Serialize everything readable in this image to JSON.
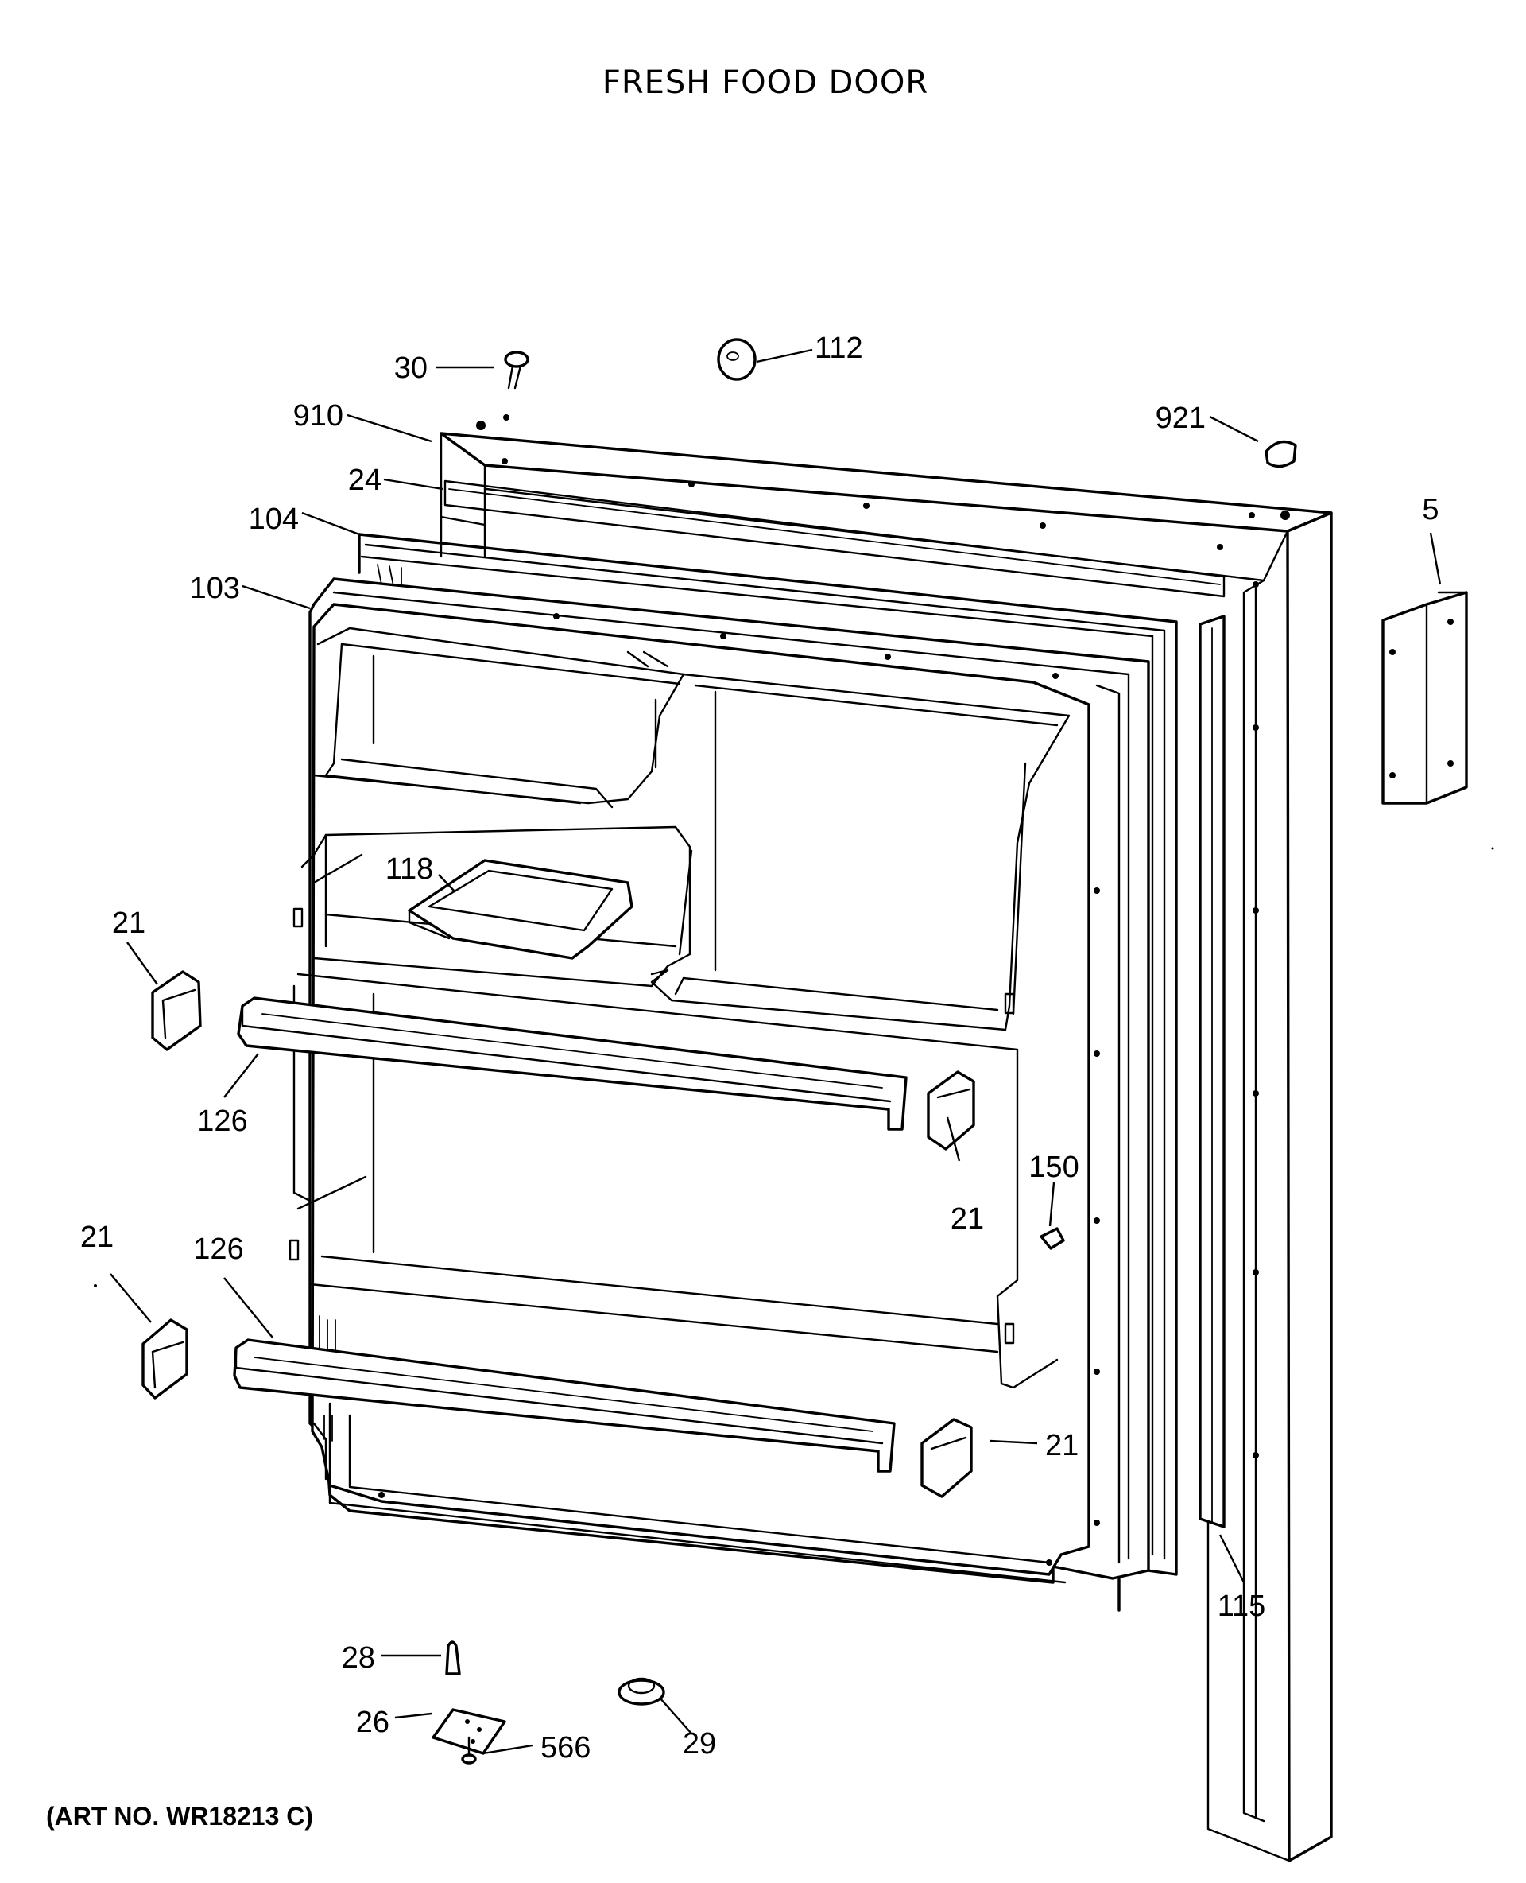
{
  "title": "FRESH FOOD DOOR",
  "art_number": "(ART NO. WR18213 C)",
  "callouts": [
    {
      "id": "c-30",
      "label": "30",
      "part": "screw"
    },
    {
      "id": "c-112",
      "label": "112",
      "part": "plug"
    },
    {
      "id": "c-910",
      "label": "910",
      "part": "door-outer-panel"
    },
    {
      "id": "c-921",
      "label": "921",
      "part": "plug-button"
    },
    {
      "id": "c-24",
      "label": "24",
      "part": "door-cap-top"
    },
    {
      "id": "c-104",
      "label": "104",
      "part": "gasket"
    },
    {
      "id": "c-103",
      "label": "103",
      "part": "door-liner"
    },
    {
      "id": "c-5",
      "label": "5",
      "part": "handle-bracket"
    },
    {
      "id": "c-118",
      "label": "118",
      "part": "dairy-tray"
    },
    {
      "id": "c-21a",
      "label": "21",
      "part": "shelf-end-cap-upper-left"
    },
    {
      "id": "c-126a",
      "label": "126",
      "part": "shelf-bar-upper"
    },
    {
      "id": "c-21b",
      "label": "21",
      "part": "shelf-end-cap-upper-right"
    },
    {
      "id": "c-150",
      "label": "150",
      "part": "door-stop"
    },
    {
      "id": "c-21c",
      "label": "21",
      "part": "shelf-end-cap-lower-left"
    },
    {
      "id": "c-126b",
      "label": "126",
      "part": "shelf-bar-lower"
    },
    {
      "id": "c-21d",
      "label": "21",
      "part": "shelf-end-cap-lower-right"
    },
    {
      "id": "c-115",
      "label": "115",
      "part": "door-cap-side"
    },
    {
      "id": "c-28",
      "label": "28",
      "part": "pin"
    },
    {
      "id": "c-26",
      "label": "26",
      "part": "hinge-plate"
    },
    {
      "id": "c-566",
      "label": "566",
      "part": "screw-bottom"
    },
    {
      "id": "c-29",
      "label": "29",
      "part": "bushing"
    }
  ]
}
